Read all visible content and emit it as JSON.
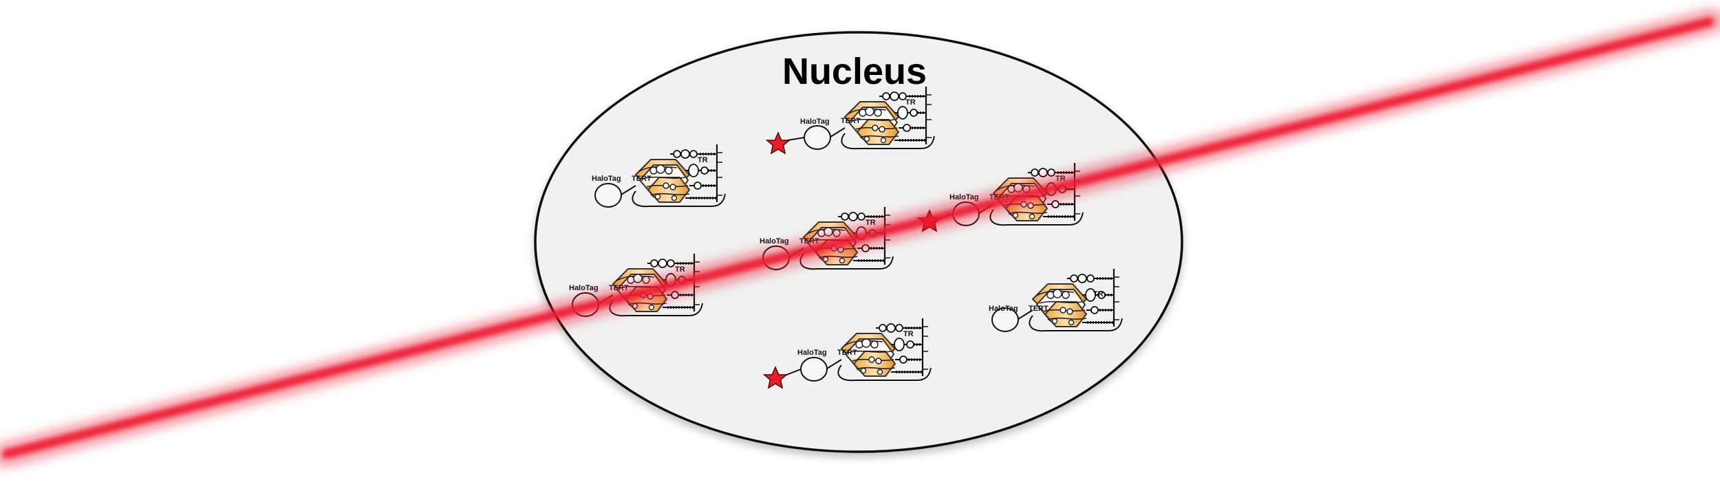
{
  "diagram": {
    "title": "Nucleus",
    "complex_labels": {
      "halotag": "HaloTag",
      "tert": "TERT",
      "tr": "TR"
    },
    "complexes": [
      {
        "id": "c1",
        "labeled": true
      },
      {
        "id": "c2",
        "labeled": false
      },
      {
        "id": "c3",
        "labeled": true
      },
      {
        "id": "c4",
        "labeled": false
      },
      {
        "id": "c5",
        "labeled": false
      },
      {
        "id": "c6",
        "labeled": false
      },
      {
        "id": "c7",
        "labeled": true
      }
    ],
    "colors": {
      "nucleus_fill": "#f1f1f1",
      "tert_fill": "#f0a93d",
      "tert_highlight": "#fff4dc",
      "star_fill": "#e61e25",
      "laser": "#e8132b"
    },
    "icons": {
      "dye": "star-icon",
      "beam": "laser-beam"
    }
  }
}
